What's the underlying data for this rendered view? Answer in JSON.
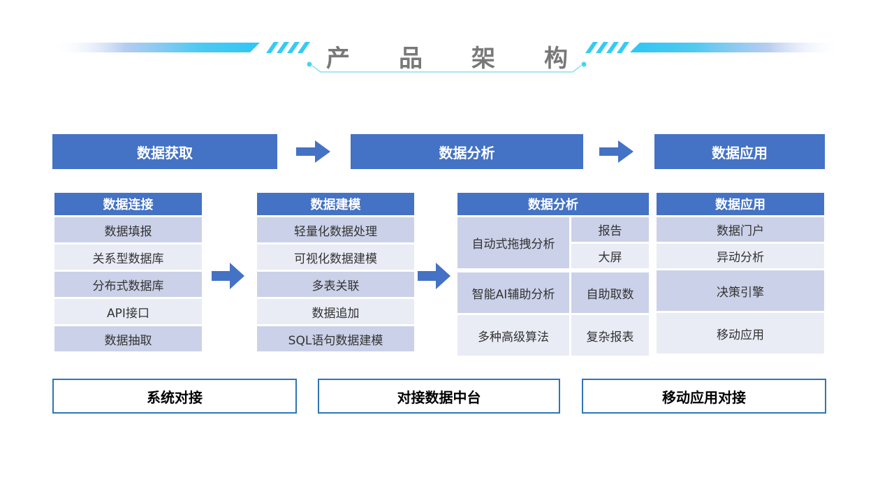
{
  "title": "产品架构",
  "flow_bars": [
    {
      "label": "数据获取"
    },
    {
      "label": "数据分析"
    },
    {
      "label": "数据应用"
    }
  ],
  "tables": {
    "connect": {
      "header": "数据连接",
      "rows": [
        "数据填报",
        "关系型数据库",
        "分布式数据库",
        "API接口",
        "数据抽取"
      ]
    },
    "modeling": {
      "header": "数据建模",
      "rows": [
        "轻量化数据处理",
        "可视化数据建模",
        "多表关联",
        "数据追加",
        "SQL语句数据建模"
      ]
    },
    "analysis": {
      "header": "数据分析",
      "merged_cell": "自动式拖拽分析",
      "sub_cells": [
        "报告",
        "大屏"
      ],
      "rows": [
        {
          "left": "智能AI辅助分析",
          "right": "自助取数"
        },
        {
          "left": "多种高级算法",
          "right": "复杂报表"
        }
      ]
    },
    "application": {
      "header": "数据应用",
      "rows": [
        "数据门户",
        "异动分析",
        "决策引擎",
        "移动应用"
      ]
    }
  },
  "bottom_boxes": [
    {
      "label": "系统对接"
    },
    {
      "label": "对接数据中台"
    },
    {
      "label": "移动应用对接"
    }
  ],
  "colors": {
    "header_blue": "#4472C4",
    "row_dark": "#CBD1E8",
    "row_light": "#E9EBF5",
    "arrow_blue": "#4472C4",
    "box_border": "#2E75B6",
    "title_gray": "#787878",
    "accent_cyan": "#35CBF5",
    "underline_cyan": "#8ADFF2"
  }
}
